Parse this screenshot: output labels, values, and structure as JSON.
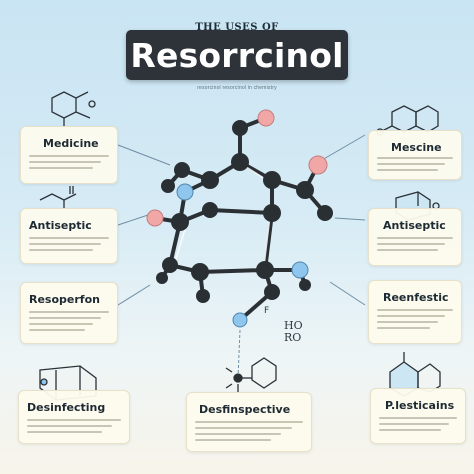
{
  "header": {
    "kicker": "THE USES OF",
    "title": "Resorrcinol",
    "subline": "resorcinol resorcinol in chemistry"
  },
  "cards": {
    "medicine": {
      "label": "Medicine"
    },
    "antiseptic_left": {
      "label": "Antiseptic"
    },
    "resoperfon": {
      "label": "Resoperfon"
    },
    "desinfecting": {
      "label": "Desinfecting"
    },
    "desfinspective": {
      "label": "Desfinspective"
    },
    "plesticains": {
      "label": "P.lesticains"
    },
    "mescine": {
      "label": "Mescine"
    },
    "antiseptic_right": {
      "label": "Antiseptic"
    },
    "reenfestic": {
      "label": "Reenfestic"
    }
  },
  "molecule": {
    "ho_label": "HO",
    "ro_label": "RO",
    "annotation": "F"
  },
  "colors": {
    "title_bg": "#2d3338",
    "atom_dark": "#2a2f33",
    "atom_pink": "#f2a7a7",
    "atom_blue": "#8ec6ee",
    "card_bg": "#fdfbed"
  }
}
